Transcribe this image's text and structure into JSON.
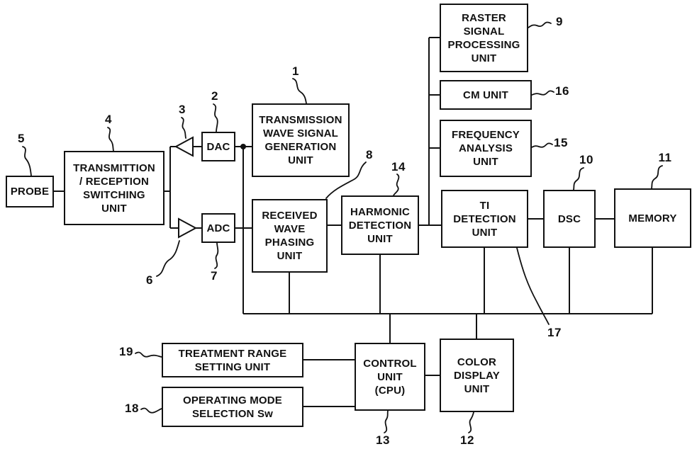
{
  "blocks": {
    "probe": {
      "label": "PROBE",
      "ref": "5"
    },
    "switching": {
      "label": "TRANSMITTION\n/ RECEPTION\nSWITCHING\nUNIT",
      "ref": "4"
    },
    "dac": {
      "label": "DAC",
      "ref": "2"
    },
    "adc": {
      "label": "ADC",
      "ref": "7"
    },
    "txgen": {
      "label": "TRANSMISSION\nWAVE SIGNAL\nGENERATION\nUNIT",
      "ref": "1"
    },
    "phasing": {
      "label": "RECEIVED\nWAVE\nPHASING\nUNIT",
      "ref": "8"
    },
    "harmonic": {
      "label": "HARMONIC\nDETECTION\nUNIT",
      "ref": "14"
    },
    "raster": {
      "label": "RASTER\nSIGNAL\nPROCESSING\nUNIT",
      "ref": "9"
    },
    "cm": {
      "label": "CM UNIT",
      "ref": "16"
    },
    "freq": {
      "label": "FREQUENCY\nANALYSIS\nUNIT",
      "ref": "15"
    },
    "ti": {
      "label": "TI\nDETECTION\nUNIT",
      "ref": "17"
    },
    "dsc": {
      "label": "DSC",
      "ref": "10"
    },
    "memory": {
      "label": "MEMORY",
      "ref": "11"
    },
    "treatment": {
      "label": "TREATMENT RANGE\nSETTING UNIT",
      "ref": "19"
    },
    "opmode": {
      "label": "OPERATING MODE\nSELECTION Sw",
      "ref": "18"
    },
    "cpu": {
      "label": "CONTROL\nUNIT\n(CPU)",
      "ref": "13"
    },
    "display": {
      "label": "COLOR\nDISPLAY\nUNIT",
      "ref": "12"
    }
  },
  "amps": {
    "tx": {
      "ref": "3"
    },
    "rx": {
      "ref": "6"
    }
  },
  "colors": {
    "ink": "#111111",
    "background": "#ffffff"
  }
}
